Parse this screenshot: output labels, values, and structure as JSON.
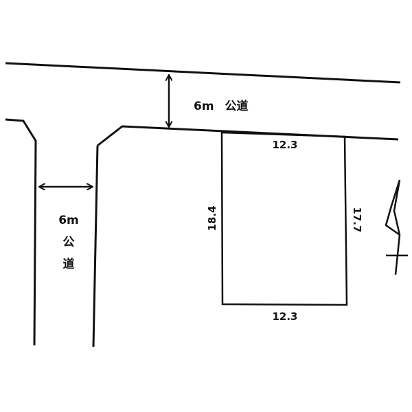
{
  "top_road": {
    "width": "6m",
    "name": "公道"
  },
  "left_road": {
    "width": "6m",
    "name_chars": [
      "公",
      "道"
    ]
  },
  "lot": {
    "top_frontage": "12.3",
    "bottom_width": "12.3",
    "left_depth": "18.4",
    "right_depth": "17.7"
  },
  "compass_icon": "north-arrow-icon"
}
